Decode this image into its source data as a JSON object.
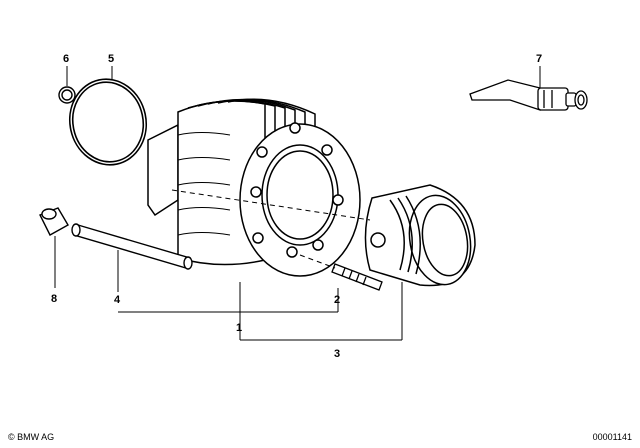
{
  "diagram": {
    "callouts": {
      "c1": "1",
      "c2": "2",
      "c3": "3",
      "c4": "4",
      "c5": "5",
      "c6": "6",
      "c7": "7",
      "c8": "8"
    }
  },
  "footer": {
    "copyright": "© BMW AG",
    "doc_number": "00001141"
  }
}
